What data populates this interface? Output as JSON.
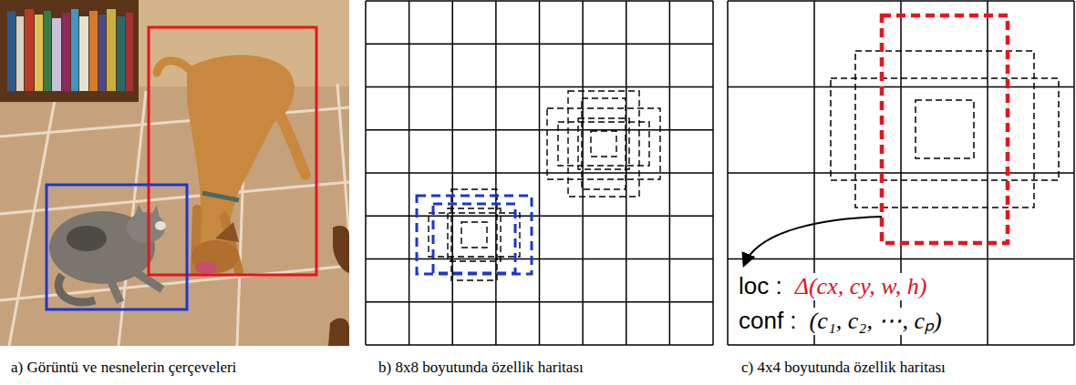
{
  "diagram": {
    "labels": [
      "loc :",
      "Δ(cx, cy, w, h)",
      "conf :",
      "(c₁, c₂, ⋯, cₚ)",
      "a) Görüntü ve nesnelerin çerçeveleri",
      "b) 8x8 boyutunda özellik haritası",
      "c) 4x4 boyutunda özellik haritası"
    ]
  }
}
